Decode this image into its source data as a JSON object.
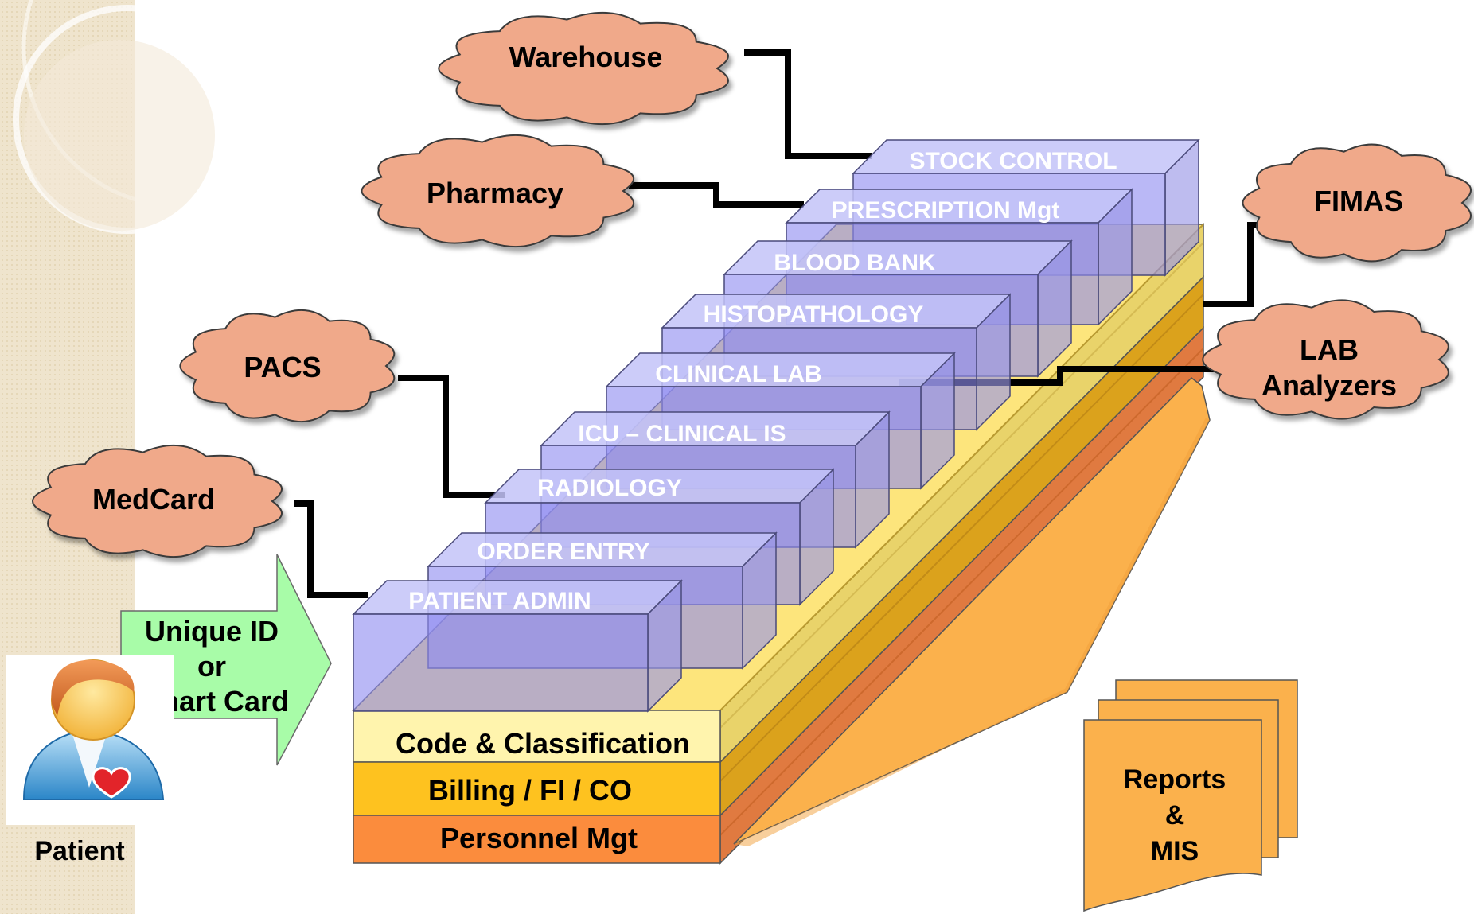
{
  "colors": {
    "sidebar_beige": "#ece0c8",
    "cloud_fill": "#f0a98a",
    "module_front": "#8f8cf0",
    "module_top": "#b9b9f7",
    "layer_code": "#fff3a8",
    "layer_billing": "#ffc21e",
    "layer_personnel": "#fb8c3c",
    "reports_fill": "#fbb14a",
    "arrow_fill": "#a6fca6"
  },
  "clouds": {
    "warehouse": "Warehouse",
    "pharmacy": "Pharmacy",
    "pacs": "PACS",
    "medcard": "MedCard",
    "fimas": "FIMAS",
    "lab_line1": "LAB",
    "lab_line2": "Analyzers"
  },
  "modules": {
    "stock_control": "STOCK CONTROL",
    "prescription": "PRESCRIPTION Mgt",
    "blood_bank": "BLOOD BANK",
    "histopathology": "HISTOPATHOLOGY",
    "clinical_lab": "CLINICAL LAB",
    "icu": "ICU – CLINICAL IS",
    "radiology": "RADIOLOGY",
    "order_entry": "ORDER ENTRY",
    "patient_admin": "PATIENT ADMIN"
  },
  "layers": {
    "code": "Code & Classification",
    "billing": "Billing / FI / CO",
    "personnel": "Personnel Mgt"
  },
  "arrow": {
    "line1": "Unique ID",
    "line2": "or",
    "line3": "Smart Card"
  },
  "patient": {
    "label": "Patient"
  },
  "reports": {
    "line1": "Reports",
    "line2": "&",
    "line3": "MIS"
  }
}
